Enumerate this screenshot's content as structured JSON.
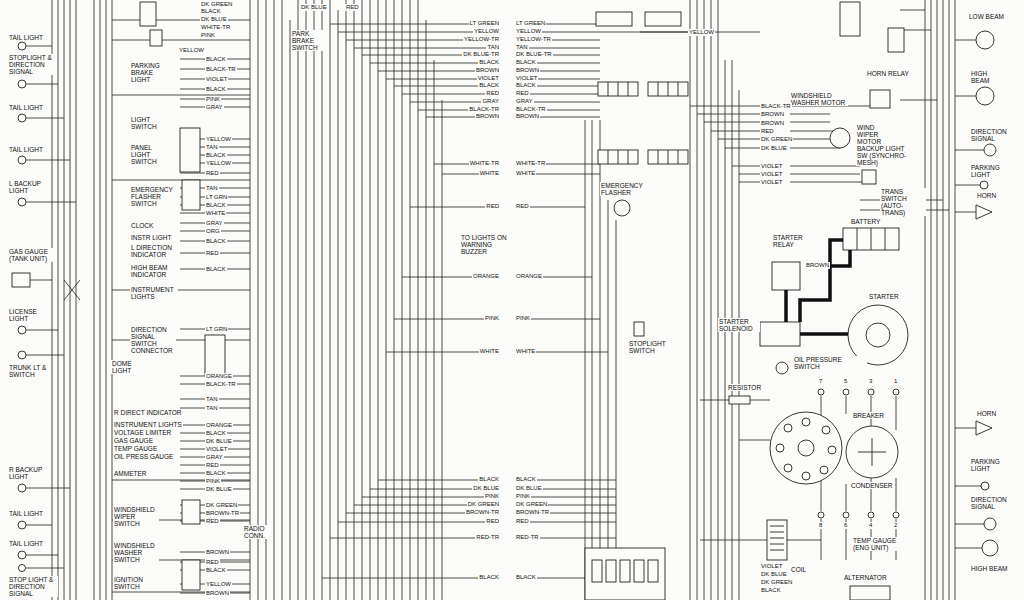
{
  "diagram": {
    "labels": [
      "TAIL LIGHT",
      "STOPLIGHT & DIRECTION SIGNAL",
      "TAIL LIGHT",
      "TAIL LIGHT",
      "L BACKUP LIGHT",
      "GAS GAUGE (TANK UNIT)",
      "LICENSE LIGHT",
      "TRUNK LT & SWITCH",
      "R BACKUP LIGHT",
      "TAIL LIGHT",
      "TAIL LIGHT",
      "STOP LIGHT & DIRECTION SIGNAL",
      "PARKING BRAKE LIGHT",
      "LIGHT SWITCH",
      "PANEL LIGHT SWITCH",
      "EMERGENCY FLASHER SWITCH",
      "CLOCK",
      "INSTR LIGHT",
      "L DIRECTION INDICATOR",
      "HIGH BEAM INDICATOR",
      "INSTRUMENT LIGHTS",
      "DIRECTION SIGNAL SWITCH CONNECTOR",
      "DOME LIGHT",
      "R DIRECT INDICATOR",
      "INSTRUMENT LIGHTS",
      "VOLTAGE LIMITER",
      "GAS GAUGE",
      "TEMP GAUGE",
      "OIL PRESS GAUGE",
      "AMMETER",
      "WINDSHIELD WIPER SWITCH",
      "RADIO CONN.",
      "WINDSHIELD WASHER SWITCH",
      "IGNITION SWITCH",
      "PARK BRAKE SWITCH",
      "TO LIGHTS ON WARNING BUZZER",
      "EMERGENCY FLASHER",
      "STOPLIGHT SWITCH",
      "HORN RELAY",
      "WINDSHIELD WASHER MOTOR",
      "WIND WIPER MOTOR",
      "BACKUP LIGHT SW (SYNCHRO-MESH)",
      "TRANS SWITCH (AUTO-TRANS)",
      "BATTERY",
      "STARTER RELAY",
      "STARTER",
      "STARTER SOLENOID",
      "OIL PRESSURE SWITCH",
      "RESISTOR",
      "BREAKER",
      "CONDENSER",
      "COIL",
      "TEMP GAUGE (ENG UNIT)",
      "ALTERNATOR",
      "LOW BEAM",
      "HIGH BEAM",
      "DIRECTION SIGNAL",
      "PARKING LIGHT",
      "HORN",
      "HORN",
      "PARKING LIGHT",
      "DIRECTION SIGNAL",
      "HIGH BEAM",
      "7",
      "5",
      "3",
      "1",
      "8",
      "6",
      "4",
      "2",
      "LT GREEN",
      "YELLOW",
      "YELLOW-TR",
      "TAN",
      "DK BLUE-TR",
      "BLACK",
      "BROWN",
      "VIOLET",
      "BLACK",
      "RED",
      "GRAY",
      "BLACK-TR",
      "BROWN",
      "WHITE-TR",
      "WHITE",
      "RED",
      "ORANGE",
      "PINK",
      "WHITE",
      "BLACK",
      "DK BLUE",
      "PINK",
      "DK GREEN",
      "BROWN-TR",
      "RED",
      "RED-TR",
      "BLACK",
      "LT GREEN",
      "YELLOW",
      "YELLOW-TR",
      "TAN",
      "DK BLUE-TR",
      "BLACK",
      "BROWN",
      "VIOLET",
      "BLACK",
      "RED",
      "GRAY",
      "BLACK-TR",
      "BROWN",
      "WHITE-TR",
      "WHITE",
      "RED",
      "ORANGE",
      "PINK",
      "WHITE",
      "BLACK",
      "DK BLUE",
      "PINK",
      "DK GREEN",
      "BROWN-TR",
      "RED",
      "RED-TR",
      "BLACK",
      "YELLOW",
      "BLACK",
      "BLACK-TR",
      "VIOLET",
      "BLACK",
      "PINK",
      "GRAY",
      "YELLOW",
      "TAN",
      "BLACK",
      "YELLOW",
      "RED",
      "TAN",
      "LT GRN",
      "BLACK",
      "WHITE",
      "GRAY",
      "ORG",
      "BLACK",
      "RED",
      "BLACK",
      "LT GRN",
      "ORANGE",
      "BLACK-TR",
      "TAN",
      "TAN",
      "ORANGE",
      "BLACK",
      "DK BLUE",
      "VIOLET",
      "GRAY",
      "RED",
      "BLACK",
      "PINK",
      "DK BLUE",
      "DK GREEN",
      "BROWN-TR",
      "RED",
      "BROWN",
      "RED",
      "BLACK",
      "YELLOW",
      "BROWN",
      "BLACK-TR",
      "BROWN",
      "BROWN",
      "RED",
      "DK GREEN",
      "DK BLUE",
      "VIOLET",
      "VIOLET",
      "VIOLET",
      "BROWN",
      "YELLOW",
      "VIOLET",
      "DK BLUE",
      "DK GREEN",
      "BLACK",
      "DK GREEN",
      "BLACK",
      "DK BLUE",
      "WHITE-TR",
      "PINK",
      "DK BLUE",
      "RED"
    ]
  }
}
